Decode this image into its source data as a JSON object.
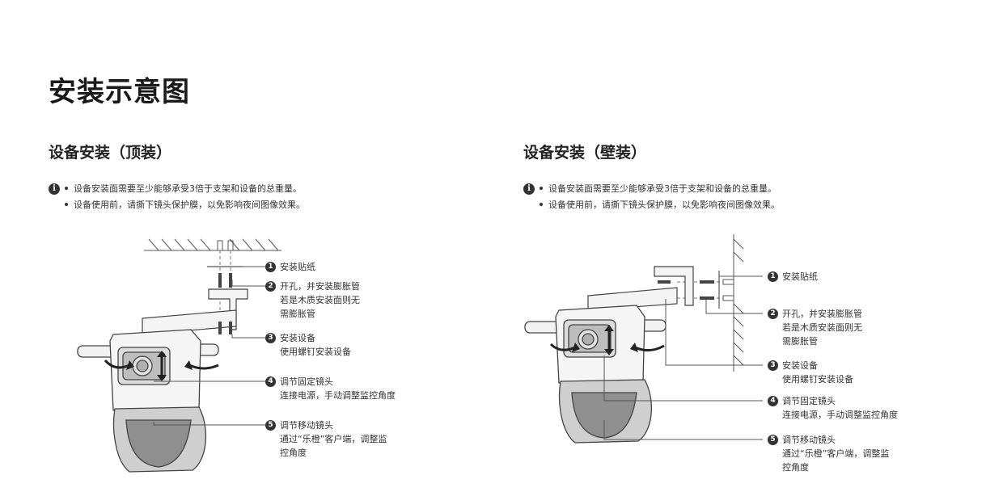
{
  "page_title": "安装示意图",
  "ceiling": {
    "title": "设备安装（顶装）",
    "notes": [
      "设备安装面需要至少能够承受3倍于支架和设备的总重量。",
      "设备使用前，请撕下镜头保护膜，以免影响夜间图像效果。"
    ],
    "callouts": [
      {
        "num": "1",
        "lines": [
          "安装贴纸"
        ]
      },
      {
        "num": "2",
        "lines": [
          "开孔，并安装膨胀管",
          "若是木质安装面则无",
          "需膨胀管"
        ]
      },
      {
        "num": "3",
        "lines": [
          "安装设备",
          "使用螺钉安装设备"
        ]
      },
      {
        "num": "4",
        "lines": [
          "调节固定镜头",
          "连接电源，手动调整监控角度"
        ]
      },
      {
        "num": "5",
        "lines": [
          "调节移动镜头",
          "通过“乐橙”客户端，调整监",
          "控角度"
        ]
      }
    ]
  },
  "wall": {
    "title": "设备安装（壁装）",
    "notes": [
      "设备安装面需要至少能够承受3倍于支架和设备的总重量。",
      "设备使用前，请撕下镜头保护膜，以免影响夜间图像效果。"
    ],
    "callouts": [
      {
        "num": "1",
        "lines": [
          "安装贴纸"
        ]
      },
      {
        "num": "2",
        "lines": [
          "开孔，并安装膨胀管",
          "若是木质安装面则无",
          "需膨胀管"
        ]
      },
      {
        "num": "3",
        "lines": [
          "安装设备",
          "使用螺钉安装设备"
        ]
      },
      {
        "num": "4",
        "lines": [
          "调节固定镜头",
          "连接电源，手动调整监控角度"
        ]
      },
      {
        "num": "5",
        "lines": [
          "调节移动镜头",
          "通过“乐橙”客户端，调整监",
          "控角度"
        ]
      }
    ]
  }
}
